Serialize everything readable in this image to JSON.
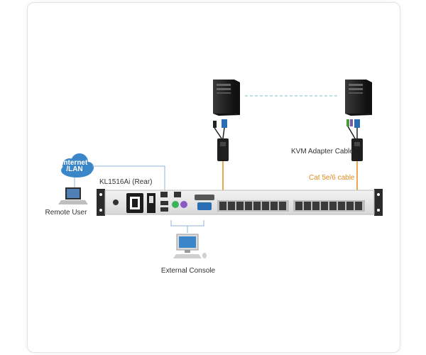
{
  "labels": {
    "cloud": "Internet\n/LAN",
    "device": "KL1516Ai (Rear)",
    "remote_user": "Remote User",
    "external_console": "External Console",
    "kvm_adapter": "KVM Adapter Cable",
    "cable": "Cat 5e/6 cable"
  },
  "colors": {
    "cable": "#e08a1e",
    "lan_line": "#8fb3d6",
    "dashed_link": "#7fc1c3",
    "cloud": "#3b86c8",
    "panel": "#e9e9e9"
  },
  "icons": [
    "cloud-icon",
    "laptop-icon",
    "server-icon",
    "kvm-adapter-icon",
    "desktop-pc-icon"
  ]
}
